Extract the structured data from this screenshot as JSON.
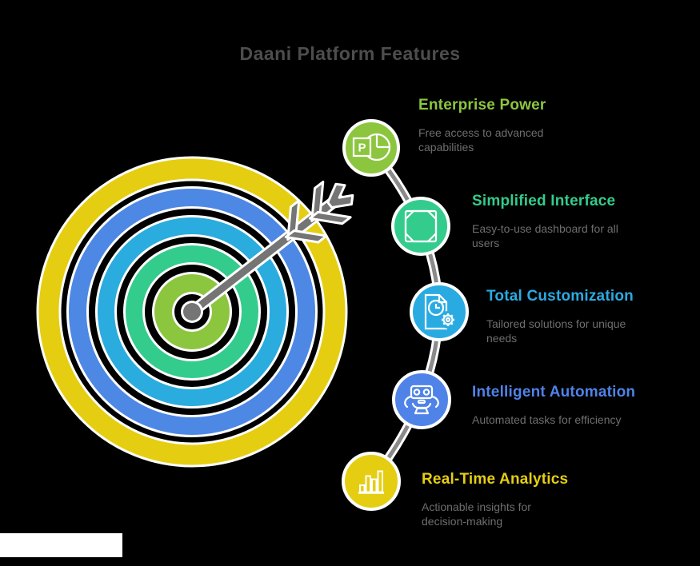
{
  "title": "Daani Platform Features",
  "features": [
    {
      "heading": "Enterprise Power",
      "description": "Free access to advanced capabilities",
      "color": "#8CC63F",
      "icon": "pie-chart-presentation-icon"
    },
    {
      "heading": "Simplified Interface",
      "description": "Easy-to-use dashboard for all users",
      "color": "#33CC8C",
      "icon": "square-octagon-icon"
    },
    {
      "heading": "Total Customization",
      "description": "Tailored solutions for unique needs",
      "color": "#29ABE2",
      "icon": "document-gear-icon"
    },
    {
      "heading": "Intelligent Automation",
      "description": "Automated tasks for efficiency",
      "color": "#4F83E8",
      "icon": "robot-icon"
    },
    {
      "heading": "Real-Time Analytics",
      "description": "Actionable insights for decision-making",
      "color": "#E5CE12",
      "icon": "bar-chart-icon"
    }
  ],
  "target_graphic": {
    "ring_colors_outer_to_inner": [
      "#E5CE12",
      "#4E88E5",
      "#2AACDE",
      "#33CC8C",
      "#8CC63F"
    ],
    "arrow_color": "#757575",
    "letter_in_first_icon": "P"
  },
  "background_color": "#000000",
  "title_color": "#4D4D4D",
  "description_color": "#6D6E71"
}
